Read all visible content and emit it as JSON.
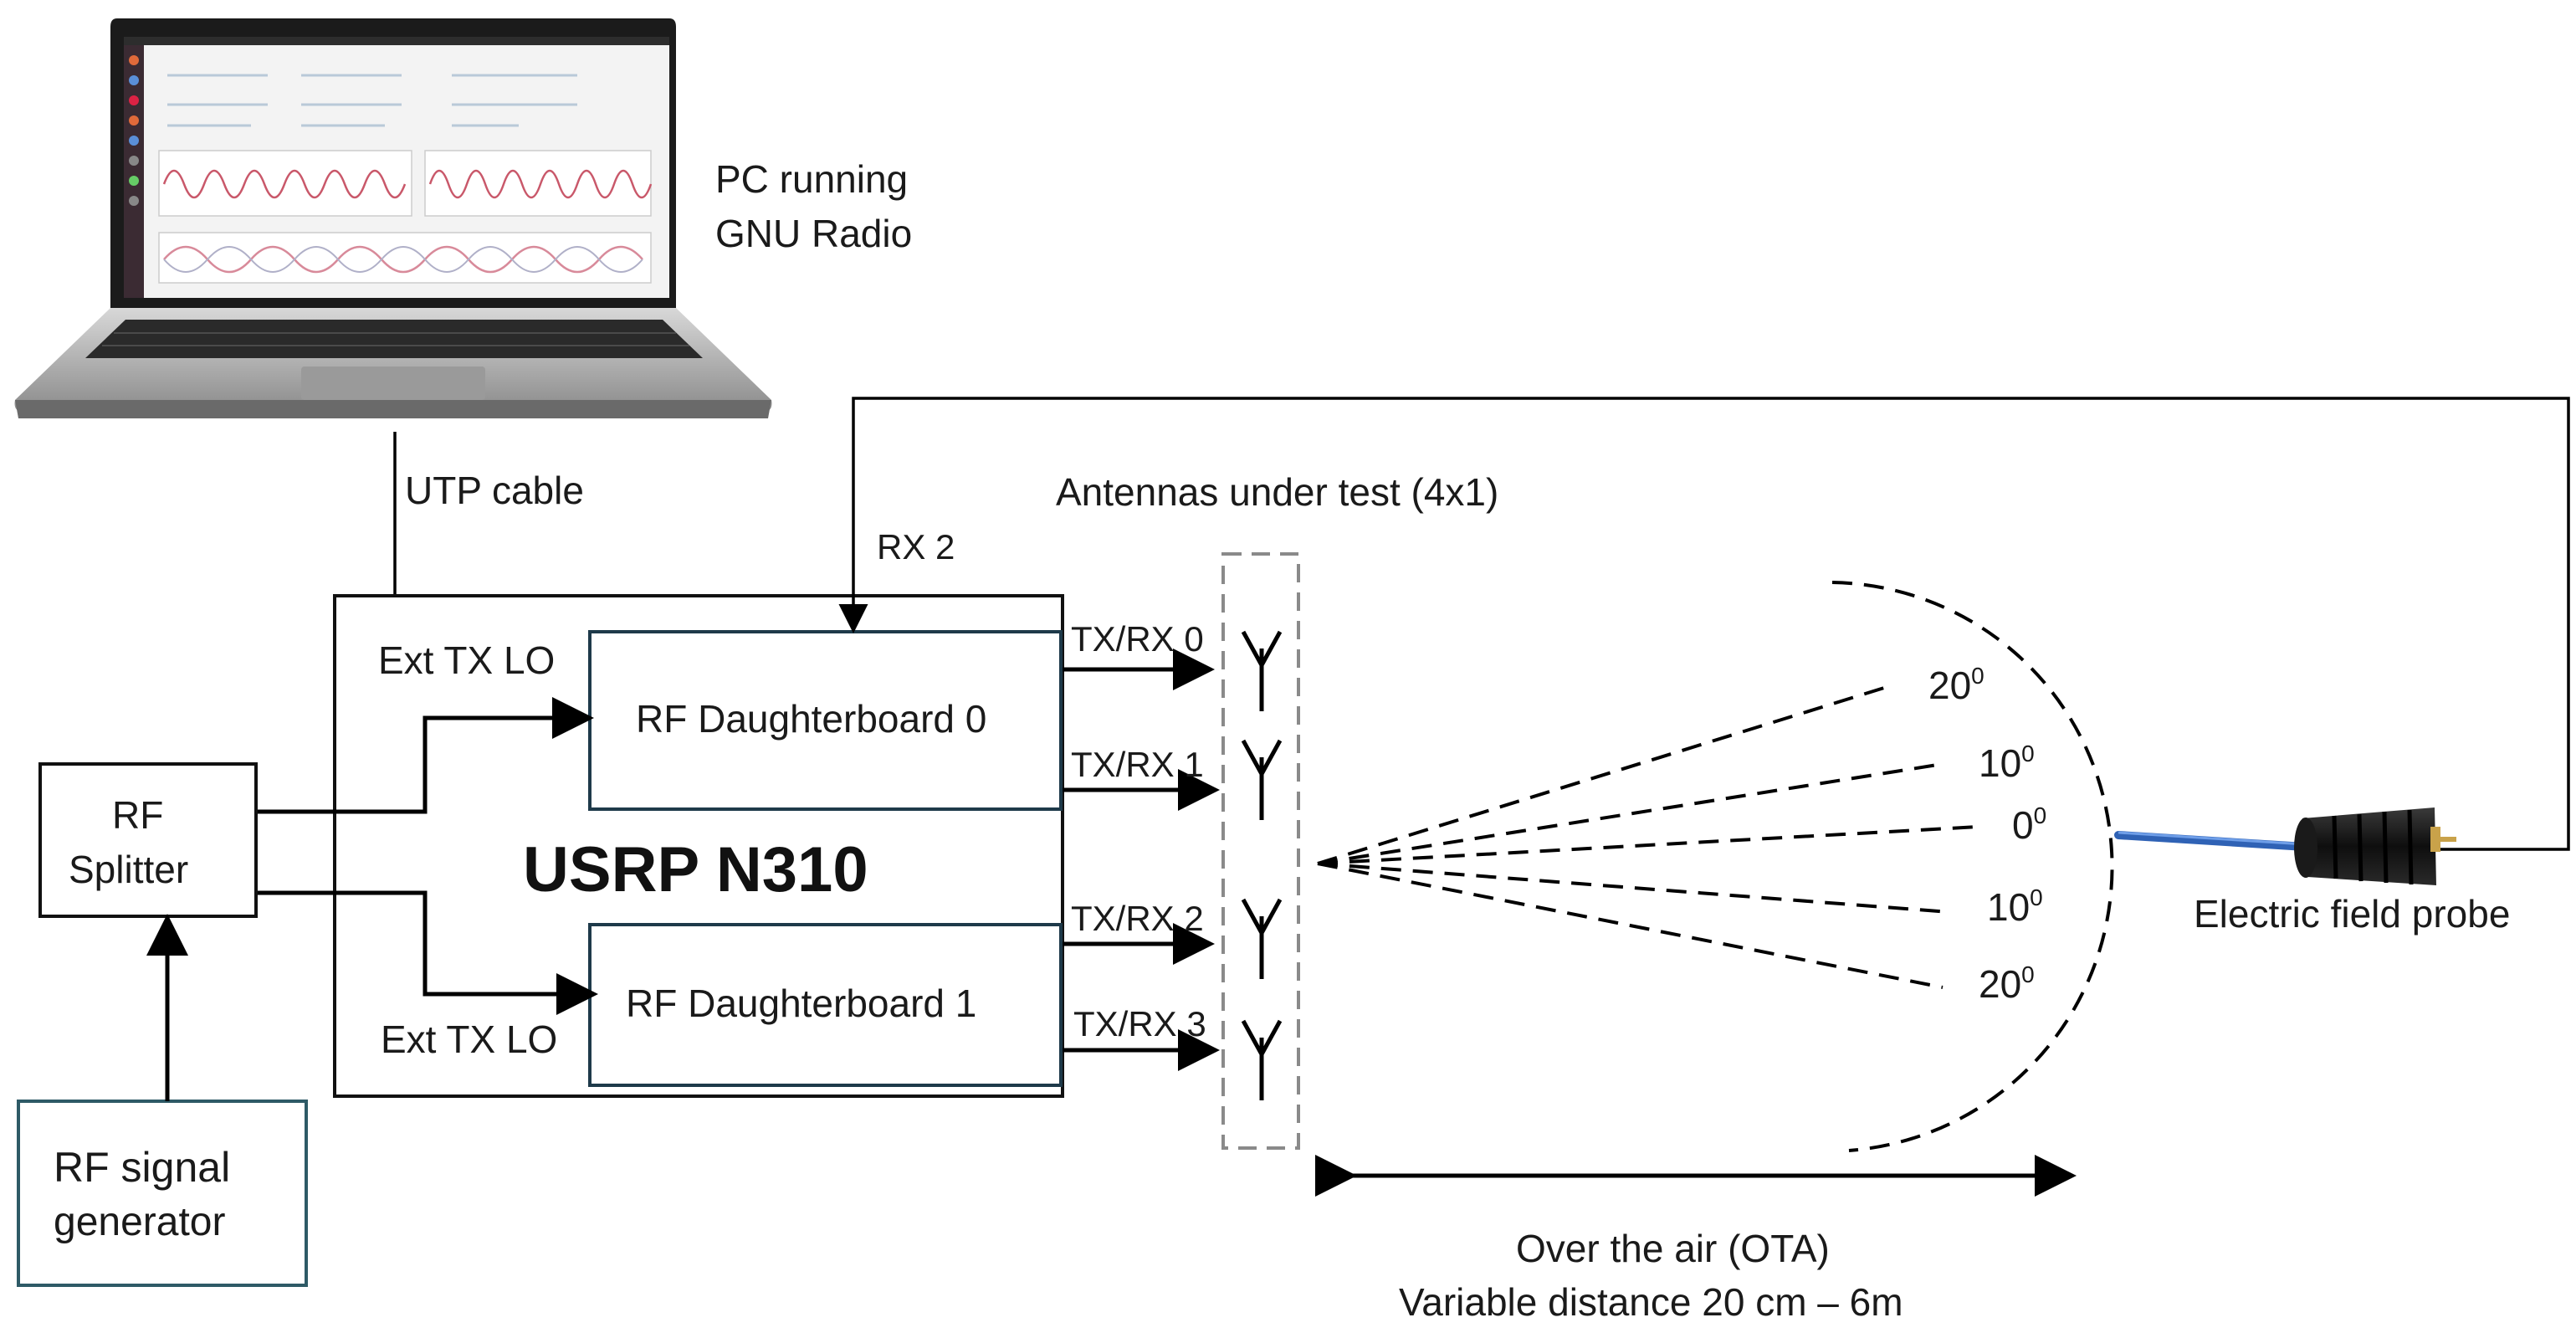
{
  "pc": {
    "label_line1": "PC running",
    "label_line2": "GNU Radio"
  },
  "links": {
    "utp": "UTP cable",
    "rx2": "RX 2"
  },
  "usrp": {
    "title": "USRP N310",
    "ext_lo_top": "Ext TX LO",
    "ext_lo_bottom": "Ext TX LO"
  },
  "daughterboards": [
    "RF Daughterboard 0",
    "RF Daughterboard 1"
  ],
  "splitter": {
    "line1": "RF",
    "line2": "Splitter"
  },
  "generator": {
    "line1": "RF signal",
    "line2": "generator"
  },
  "ports": [
    "TX/RX 0",
    "TX/RX 1",
    "TX/RX 2",
    "TX/RX 3"
  ],
  "antennas": {
    "label": "Antennas under test (4x1)"
  },
  "angles": [
    {
      "value": "20",
      "sup": "0"
    },
    {
      "value": "10",
      "sup": "0"
    },
    {
      "value": "0",
      "sup": "0"
    },
    {
      "value": "10",
      "sup": "0"
    },
    {
      "value": "20",
      "sup": "0"
    }
  ],
  "probe": {
    "label": "Electric field probe"
  },
  "ota": {
    "line1": "Over the air (OTA)",
    "line2": "Variable distance 20 cm – 6m"
  }
}
